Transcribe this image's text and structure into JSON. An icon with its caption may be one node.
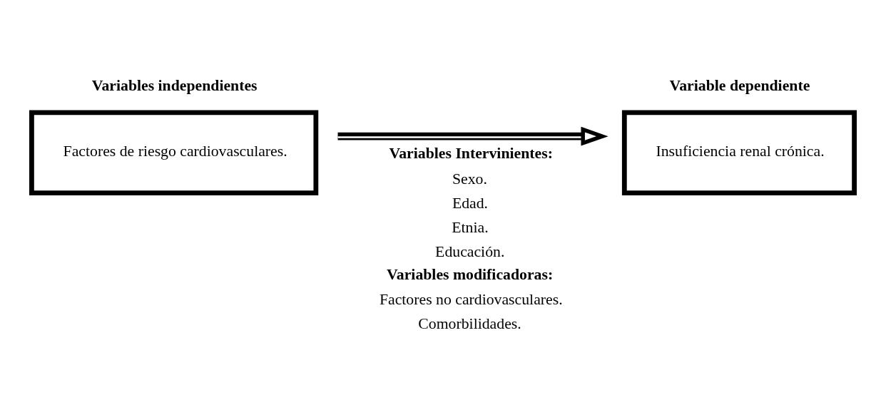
{
  "diagram": {
    "nodes": [
      {
        "text": [
          "Variables independientes",
          "Factores de riesgo cardiovasculares."
        ]
      },
      {
        "text": [
          "Variable dependiente",
          "Insuficiencia renal crónica."
        ]
      }
    ],
    "edges": [
      {
        "from": 0,
        "to": 1,
        "arrow": "to"
      }
    ],
    "labels": [
      "Variables Intervinientes:",
      "Sexo.",
      "Edad.",
      "Etnia.",
      "Educación.",
      "Variables modificadoras:",
      "Factores no cardiovasculares.",
      "Comorbilidades."
    ]
  }
}
